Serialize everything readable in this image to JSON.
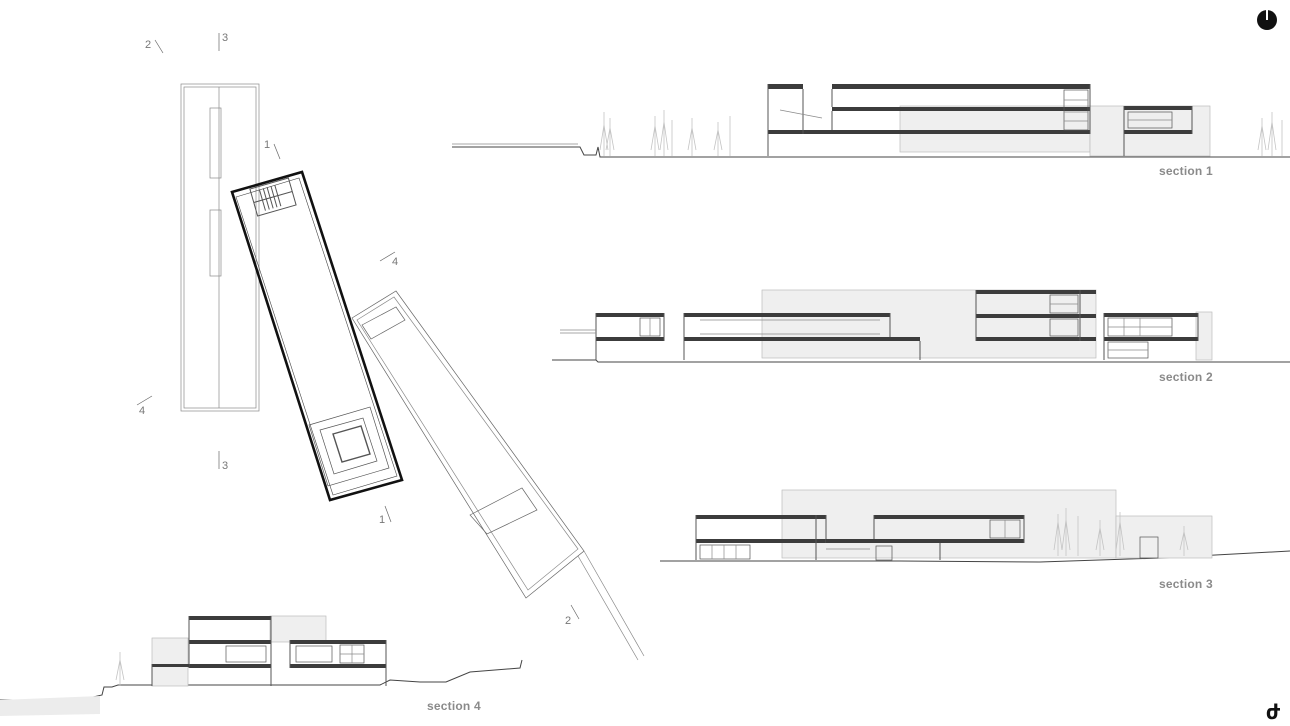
{
  "section_labels": {
    "s1": "section 1",
    "s2": "section 2",
    "s3": "section 3",
    "s4": "section 4"
  },
  "cut_markers": {
    "m1a": "1",
    "m1b": "1",
    "m2a": "2",
    "m2b": "2",
    "m3a": "3",
    "m3b": "3",
    "m4a": "4",
    "m4b": "4"
  },
  "icons": {
    "north": "north-arrow-icon",
    "brand": "brand-logo-icon"
  },
  "colors": {
    "line_dark": "#111111",
    "line_mid": "#555555",
    "label_gray": "#8a8a8a",
    "ghost_fill": "#efefef"
  }
}
